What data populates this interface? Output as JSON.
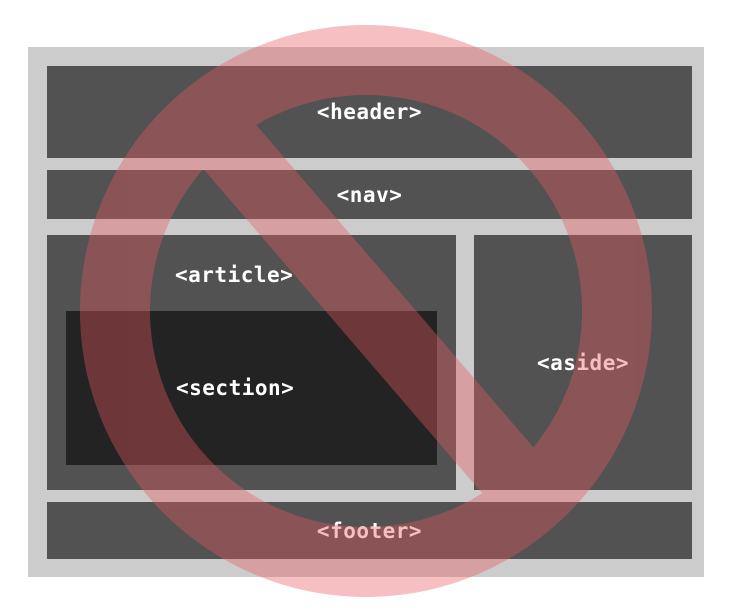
{
  "elements": {
    "header": "<header>",
    "nav": "<nav>",
    "article": "<article>",
    "section": "<section>",
    "aside": "<aside>",
    "footer": "<footer>"
  },
  "colors": {
    "frame": "#cccccc",
    "block": "#525252",
    "section_block": "#232323",
    "label": "#ffffff",
    "prohibition_sign": "#e8585f"
  },
  "icon": "prohibition-sign-icon"
}
